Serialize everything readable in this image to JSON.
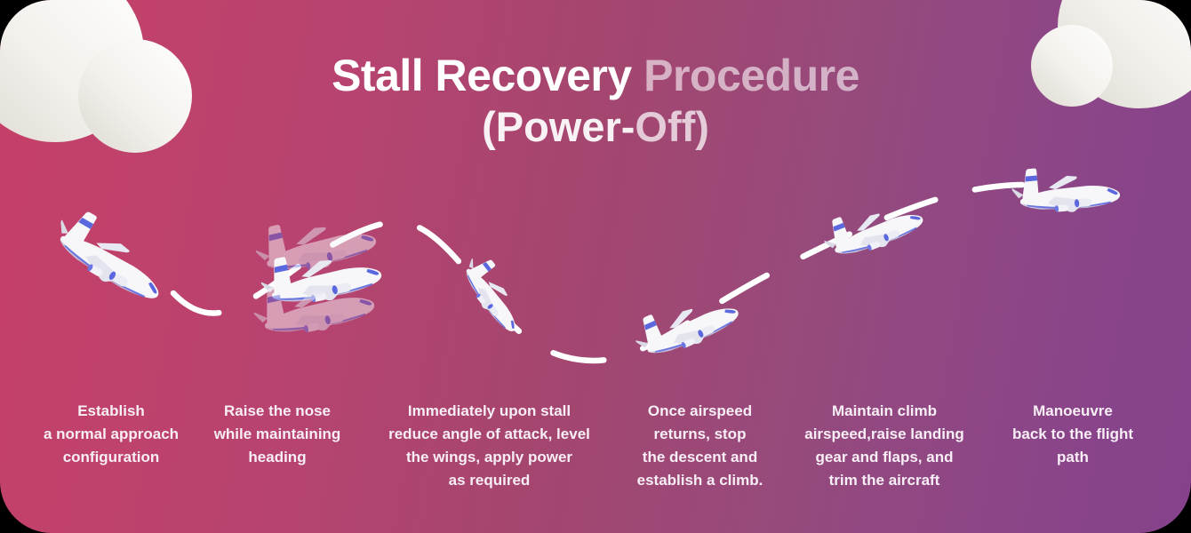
{
  "title": {
    "line1_part1": "Stall Recovery ",
    "line1_part2": "Procedure",
    "line2_part1": "(Power-",
    "line2_part2": "Off)"
  },
  "steps": [
    {
      "id": 1,
      "caption": "Establish\na normal approach\nconfiguration",
      "plane_icon": "airplane-descending-icon"
    },
    {
      "id": 2,
      "caption": "Raise the nose\nwhile maintaining\nheading",
      "plane_icon": "airplane-pitch-up-sequence-icon"
    },
    {
      "id": 3,
      "caption": "Immediately upon stall\nreduce angle of attack, level\nthe wings, apply power\nas required",
      "plane_icon": "airplane-diving-icon"
    },
    {
      "id": 4,
      "caption": "Once airspeed\nreturns, stop\nthe descent and\nestablish a climb.",
      "plane_icon": "airplane-climbing-icon"
    },
    {
      "id": 5,
      "caption": "Maintain climb\nairspeed,raise landing\ngear and flaps, and\ntrim the aircraft",
      "plane_icon": "airplane-climbing-icon"
    },
    {
      "id": 6,
      "caption": "Manoeuvre\nback to the flight\npath",
      "plane_icon": "airplane-level-icon"
    }
  ],
  "icons": {
    "cloud": "cloud-icon",
    "flight_path": "dashed-flight-path"
  },
  "colors": {
    "background_gradient": [
      "#c64067",
      "#a4466f",
      "#8a4589"
    ],
    "flight_path": "#ffffff",
    "plane_body": "#f7f7fa",
    "plane_accent": "#5b67de",
    "cloud": "#f4f1ec",
    "caption_text": "#f8eef5"
  }
}
